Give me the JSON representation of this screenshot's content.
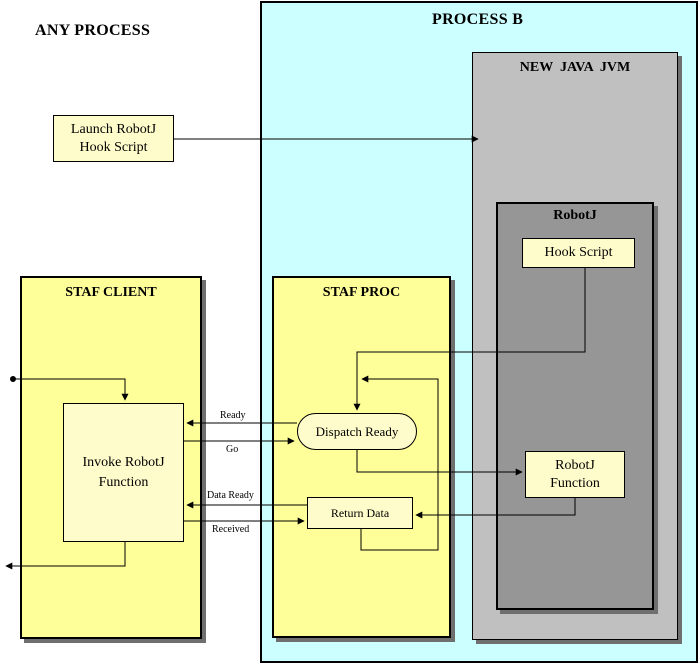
{
  "any_process": {
    "title": "ANY PROCESS"
  },
  "launch_box": {
    "line1": "Launch RobotJ",
    "line2": "Hook Script"
  },
  "process_b": {
    "title": "PROCESS B"
  },
  "jvm": {
    "title": "NEW  JAVA  JVM"
  },
  "robotj": {
    "title": "RobotJ",
    "hook_script": "Hook Script",
    "func_line1": "RobotJ",
    "func_line2": "Function"
  },
  "staf_client": {
    "title": "STAF CLIENT",
    "invoke_line1": "Invoke RobotJ",
    "invoke_line2": "Function"
  },
  "staf_proc": {
    "title": "STAF PROC",
    "dispatch": "Dispatch Ready",
    "return_data": "Return Data"
  },
  "labels": {
    "ready": "Ready",
    "go": "Go",
    "data_ready": "Data Ready",
    "received": "Received"
  },
  "colors": {
    "process_b_fill": "#ccffff",
    "jvm_fill": "#c0c0c0",
    "robotj_fill": "#969696",
    "staf_fill": "#ffff99",
    "note_fill": "#fffccb"
  }
}
